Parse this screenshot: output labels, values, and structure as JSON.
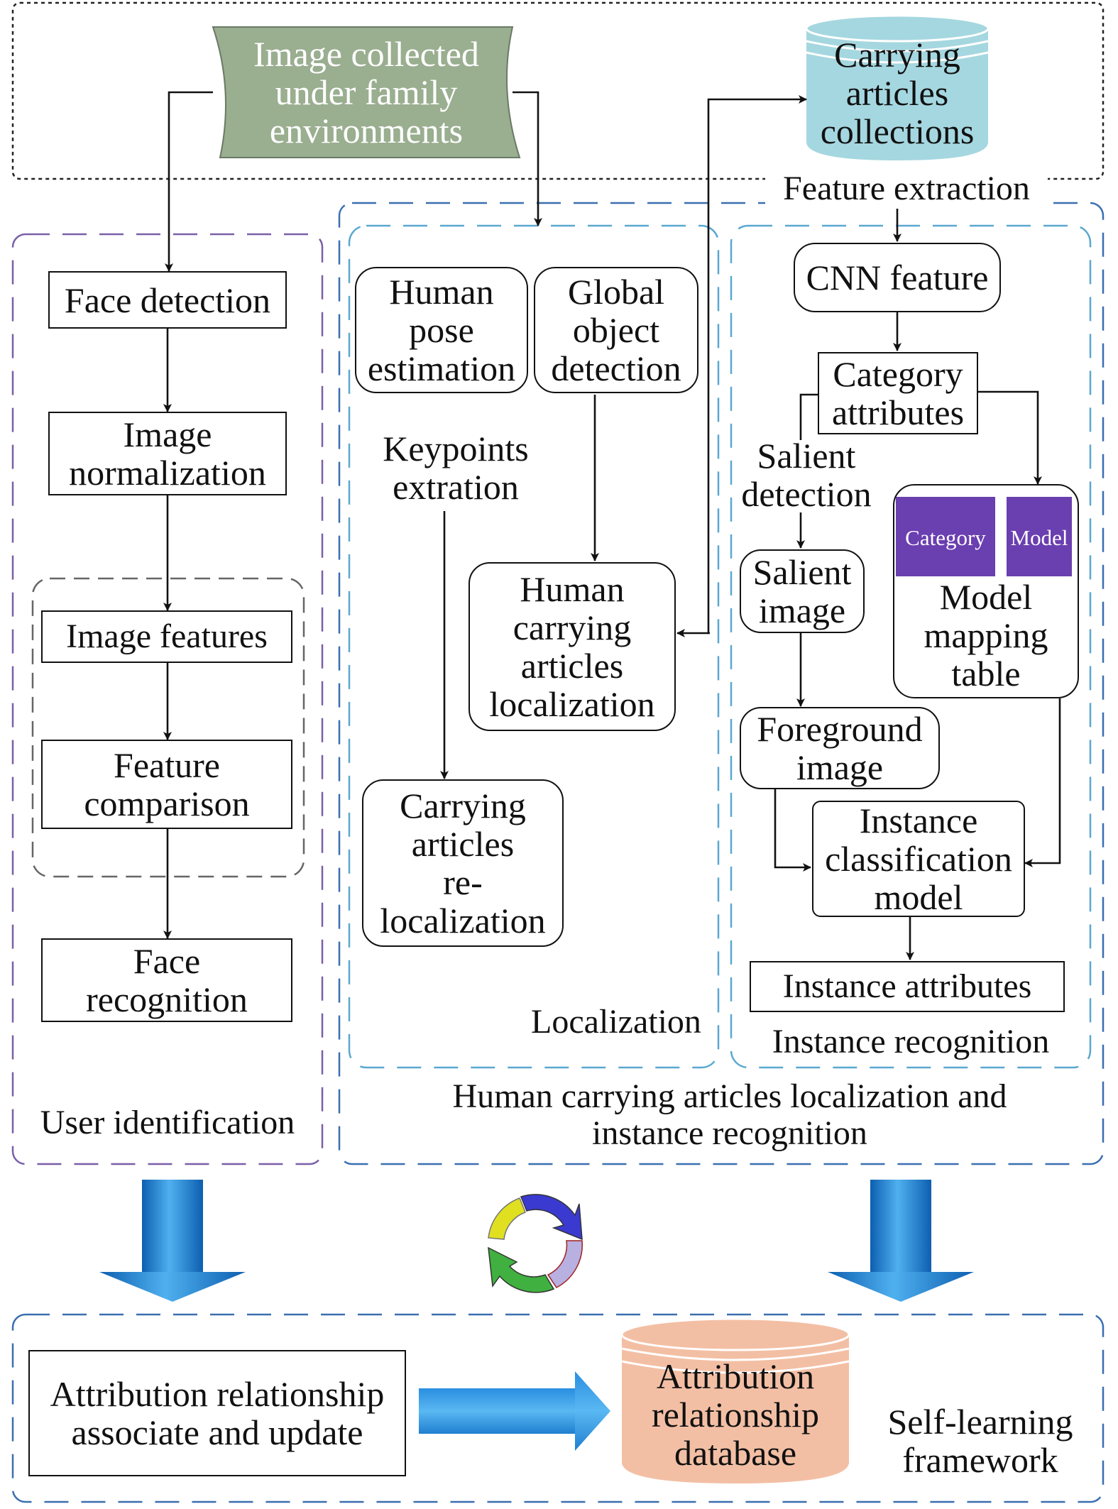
{
  "top": {
    "source_image": "Image collected\nunder family\nenvironments",
    "carrying_db": "Carrying\narticles\ncollections",
    "feature_extraction": "Feature extraction"
  },
  "user_identification": {
    "title": "User identification",
    "face_detection": "Face detection",
    "image_normalization": "Image\nnormalization",
    "image_features": "Image features",
    "feature_comparison": "Feature\ncomparison",
    "face_recognition": "Face\nrecognition"
  },
  "localization": {
    "title": "Localization",
    "human_pose": "Human\npose\nestimation",
    "global_object": "Global\nobject\ndetection",
    "keypoints": "Keypoints\nextration",
    "carrying_localization": "Human\ncarrying\narticles\nlocalization",
    "relocalization": "Carrying\narticles\nre-\nlocalization"
  },
  "instance_recognition": {
    "title": "Instance recognition",
    "cnn_feature": "CNN feature",
    "category_attributes": "Category\nattributes",
    "salient_detection": "Salient\ndetection",
    "salient_image": "Salient\nimage",
    "foreground_image": "Foreground\nimage",
    "mapping_category": "Category",
    "mapping_model": "Model",
    "mapping_table": "Model\nmapping\ntable",
    "classification_model": "Instance\nclassification\nmodel",
    "instance_attributes": "Instance attributes"
  },
  "middle_group_title": "Human carrying articles localization and\ninstance recognition",
  "self_learning": {
    "title": "Self-learning\nframework",
    "associate": "Attribution relationship\nassociate and update",
    "database": "Attribution\nrelationship\ndatabase"
  },
  "colors": {
    "source_fill": "#9aae90",
    "carrying_db_fill": "#a5d7e0",
    "attribution_db_fill": "#f3bfa4",
    "mapping_purple": "#6a3fb0",
    "user_border": "#7a5fa8",
    "middle_border": "#3a6fb0",
    "inner_border": "#5aa8d0",
    "big_arrow_blue": "#1f7fd0",
    "cycle_colors": [
      "#3a3ad0",
      "#9a9ad8",
      "#40b040",
      "#e0e020"
    ]
  },
  "icons": [
    "down-block-arrow-icon",
    "cycle-arrows-icon",
    "right-block-arrow-icon"
  ]
}
